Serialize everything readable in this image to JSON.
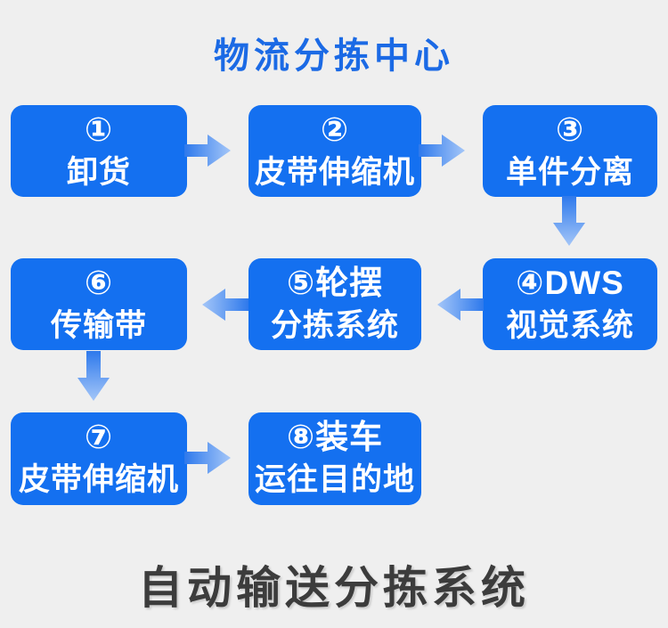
{
  "page": {
    "title": "物流分拣中心",
    "footer": "自动输送分拣系统"
  },
  "colors": {
    "background": "#EFEFEF",
    "title_blue": "#1B6AE5",
    "box_blue": "#1470F0",
    "box_text": "#FFFFFF",
    "footer_dark": "#3C3C3C",
    "arrow_dark": "#2E79EC",
    "arrow_light": "#A4C6F8"
  },
  "boxes": [
    {
      "line1": "①",
      "line2": "卸货"
    },
    {
      "line1": "②",
      "line2": "皮带伸缩机"
    },
    {
      "line1": "③",
      "line2": "单件分离"
    },
    {
      "line1": "④DWS",
      "line2": "视觉系统"
    },
    {
      "line1": "⑤轮摆",
      "line2": "分拣系统"
    },
    {
      "line1": "⑥",
      "line2": "传输带"
    },
    {
      "line1": "⑦",
      "line2": "皮带伸缩机"
    },
    {
      "line1": "⑧装车",
      "line2": "运往目的地"
    }
  ],
  "flow": [
    {
      "from": 1,
      "to": 2,
      "direction": "right"
    },
    {
      "from": 2,
      "to": 3,
      "direction": "right"
    },
    {
      "from": 3,
      "to": 4,
      "direction": "down"
    },
    {
      "from": 4,
      "to": 5,
      "direction": "left"
    },
    {
      "from": 5,
      "to": 6,
      "direction": "left"
    },
    {
      "from": 6,
      "to": 7,
      "direction": "down"
    },
    {
      "from": 7,
      "to": 8,
      "direction": "right"
    }
  ]
}
